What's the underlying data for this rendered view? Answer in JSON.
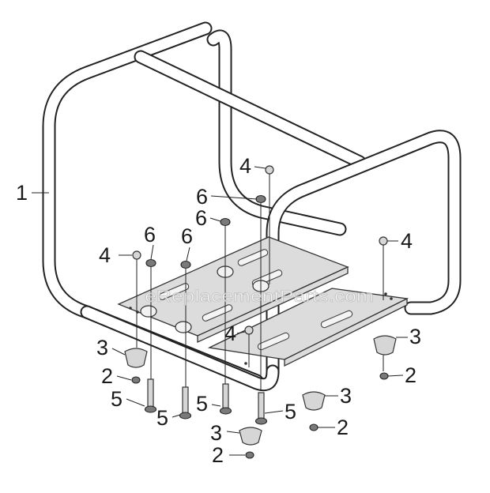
{
  "watermark": "eReplacementParts.com",
  "callouts": {
    "frame": "1",
    "screw": "2",
    "rubber_foot": "3",
    "nut": "4",
    "bolt": "5",
    "washer": "6"
  },
  "colors": {
    "line": "#222222",
    "plate": "#dcdcdc",
    "background": "#ffffff"
  }
}
